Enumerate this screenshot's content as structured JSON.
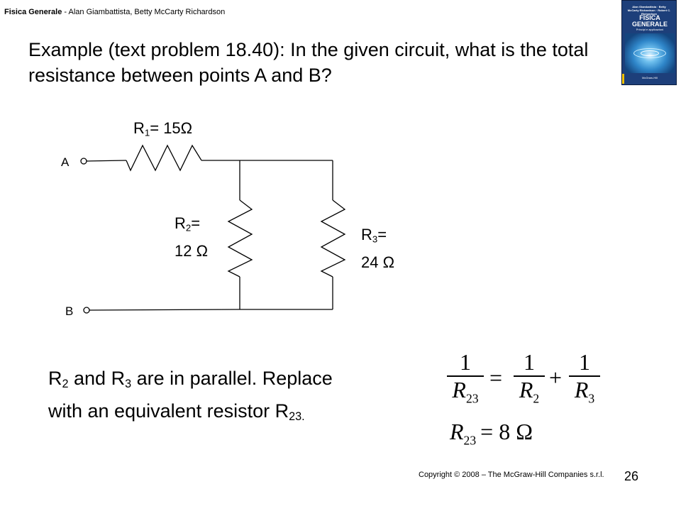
{
  "header": {
    "book_title": "Fisica Generale",
    "separator": " - ",
    "authors": "Alan Giambattista, Betty McCarty Richardson"
  },
  "cover": {
    "authors_text": "Alan Giambattista · Betty McCarty Richardson · Robert C. Richardson",
    "title_line1": "FISICA",
    "title_line2": "GENERALE",
    "subtitle": "Principi e applicazioni",
    "publisher": "McGraw-Hill"
  },
  "title": "Example (text problem 18.40): In the given circuit, what is the total resistance between points A and B?",
  "circuit": {
    "point_a": "A",
    "point_b": "B",
    "r1": {
      "symbol": "R",
      "index": "1",
      "value": "= 15Ω"
    },
    "r2": {
      "symbol": "R",
      "index": "2",
      "eq": "=",
      "value": "12 Ω"
    },
    "r3": {
      "symbol": "R",
      "index": "3",
      "eq": "=",
      "value": "24 Ω"
    }
  },
  "explanation": {
    "line1_a": "R",
    "line1_sub_a": "2",
    "line1_b": " and R",
    "line1_sub_b": "3",
    "line1_c": " are in parallel.  Replace",
    "line2_a": "with an equivalent resistor R",
    "line2_sub": "23."
  },
  "equations": {
    "numerator": "1",
    "lhs_den": "R",
    "lhs_sub": "23",
    "r2_den": "R",
    "r2_sub": "2",
    "r3_den": "R",
    "r3_sub": "3",
    "equals": "=",
    "plus": "+",
    "result_lhs": "R",
    "result_sub": "23",
    "result_rhs": "= 8 Ω"
  },
  "footer": {
    "copyright": "Copyright © 2008 – The McGraw-Hill Companies s.r.l.",
    "slide_number": "26"
  }
}
